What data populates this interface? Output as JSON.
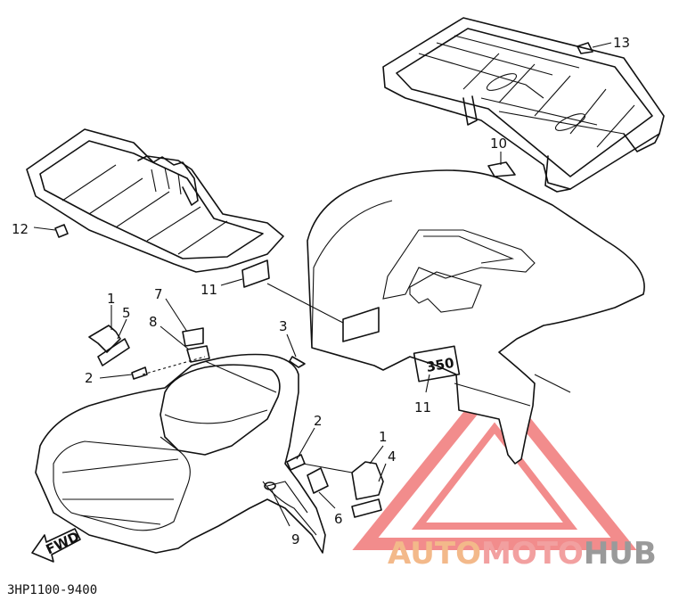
{
  "diagram": {
    "part_code": "3HP1100-9400",
    "fwd_label": "FWD",
    "decal_350": "350",
    "callouts": {
      "c1a": "1",
      "c5": "5",
      "c7": "7",
      "c8": "8",
      "c2a": "2",
      "c3": "3",
      "c2b": "2",
      "c1b": "1",
      "c4": "4",
      "c6": "6",
      "c9": "9",
      "c11a": "11",
      "c11b": "11",
      "c12": "12",
      "c10": "10",
      "c13": "13"
    }
  },
  "watermark": {
    "part1": "AUTO",
    "part2": "MOTO",
    "part3": "HUB",
    "colors": {
      "auto": "#f3b98a",
      "moto": "#f2a0a0",
      "hub": "#9a9a9a",
      "triangle": "#f07070"
    }
  }
}
